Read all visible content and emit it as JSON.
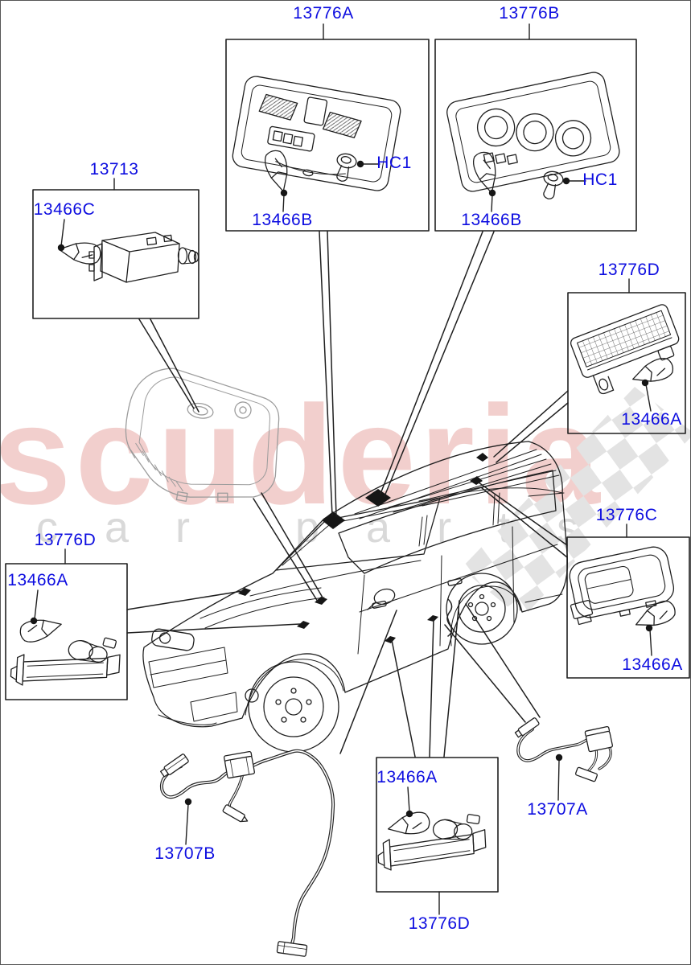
{
  "watermark": {
    "title": "scuderia",
    "subtitle": "car parts"
  },
  "labels": {
    "panel_a": "13776A",
    "panel_b": "13776B",
    "lamp_13713": "13713",
    "bulb_13466c": "13466C",
    "bulb_13466b_left": "13466B",
    "clip_hc1_left": "HC1",
    "bulb_13466b_right": "13466B",
    "clip_hc1_right": "HC1",
    "panel_d_right": "13776D",
    "bulb_13466a_right": "13466A",
    "panel_d_left": "13776D",
    "bulb_13466a_left": "13466A",
    "panel_c": "13776C",
    "bulb_13466a_c": "13466A",
    "bulb_13466a_bottom": "13466A",
    "panel_d_bottom": "13776D",
    "harness_b": "13707B",
    "harness_a": "13707A"
  },
  "colors": {
    "label_blue": "#0d0de0",
    "line": "#1f1f1f",
    "watermark_title": "#f2cfcd",
    "watermark_subtitle": "#d9d9d9",
    "checker": "#e3e3e3"
  }
}
